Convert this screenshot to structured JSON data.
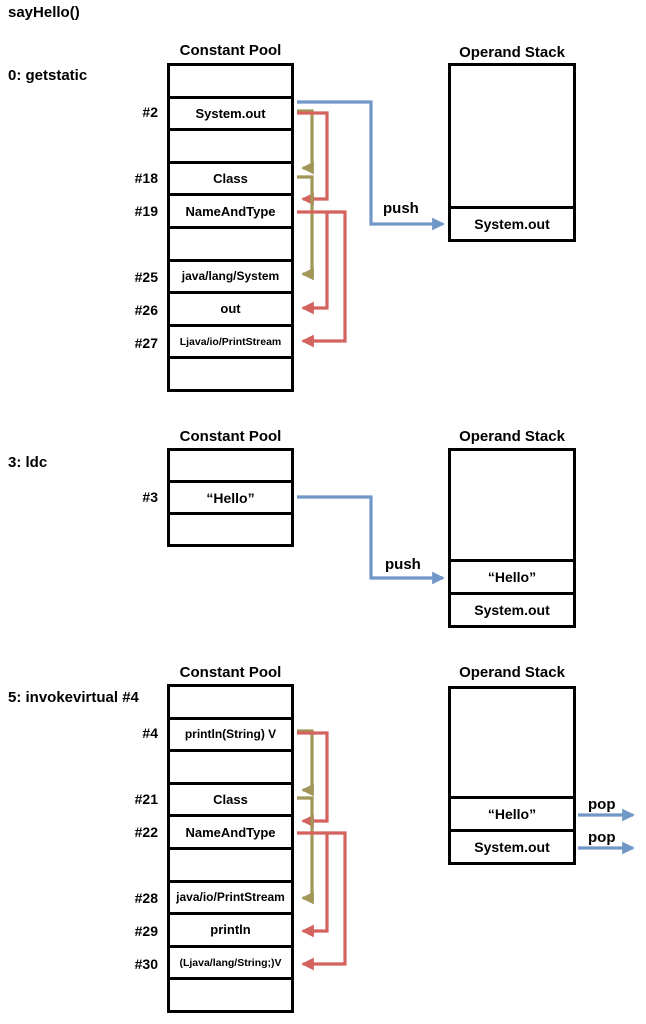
{
  "title": "sayHello()",
  "colors": {
    "blue": "#7097c8",
    "olive": "#a09758",
    "red": "#d4625f"
  },
  "sections": [
    {
      "instruction": "0: getstatic",
      "pool_title": "Constant Pool",
      "stack_title": "Operand Stack",
      "arrow_label": "push",
      "pool_rows": [
        {
          "index": "",
          "value": ""
        },
        {
          "index": "#2",
          "value": "System.out"
        },
        {
          "index": "",
          "value": ""
        },
        {
          "index": "#18",
          "value": "Class"
        },
        {
          "index": "#19",
          "value": "NameAndType"
        },
        {
          "index": "",
          "value": ""
        },
        {
          "index": "#25",
          "value": "java/lang/System"
        },
        {
          "index": "#26",
          "value": "out"
        },
        {
          "index": "#27",
          "value": "Ljava/io/PrintStream"
        },
        {
          "index": "",
          "value": ""
        }
      ],
      "stack_rows": [
        "System.out"
      ]
    },
    {
      "instruction": "3: ldc",
      "pool_title": "Constant Pool",
      "stack_title": "Operand Stack",
      "arrow_label": "push",
      "pool_rows": [
        {
          "index": "",
          "value": ""
        },
        {
          "index": "#3",
          "value": "“Hello”"
        },
        {
          "index": "",
          "value": ""
        }
      ],
      "stack_rows": [
        "“Hello”",
        "System.out"
      ]
    },
    {
      "instruction": "5: invokevirtual #4",
      "pool_title": "Constant Pool",
      "stack_title": "Operand Stack",
      "pop_label": "pop",
      "pool_rows": [
        {
          "index": "",
          "value": ""
        },
        {
          "index": "#4",
          "value": "println(String) V"
        },
        {
          "index": "",
          "value": ""
        },
        {
          "index": "#21",
          "value": "Class"
        },
        {
          "index": "#22",
          "value": "NameAndType"
        },
        {
          "index": "",
          "value": ""
        },
        {
          "index": "#28",
          "value": "java/io/PrintStream"
        },
        {
          "index": "#29",
          "value": "println"
        },
        {
          "index": "#30",
          "value": "(Ljava/lang/String;)V"
        },
        {
          "index": "",
          "value": ""
        }
      ],
      "stack_rows": [
        "“Hello”",
        "System.out"
      ]
    }
  ]
}
